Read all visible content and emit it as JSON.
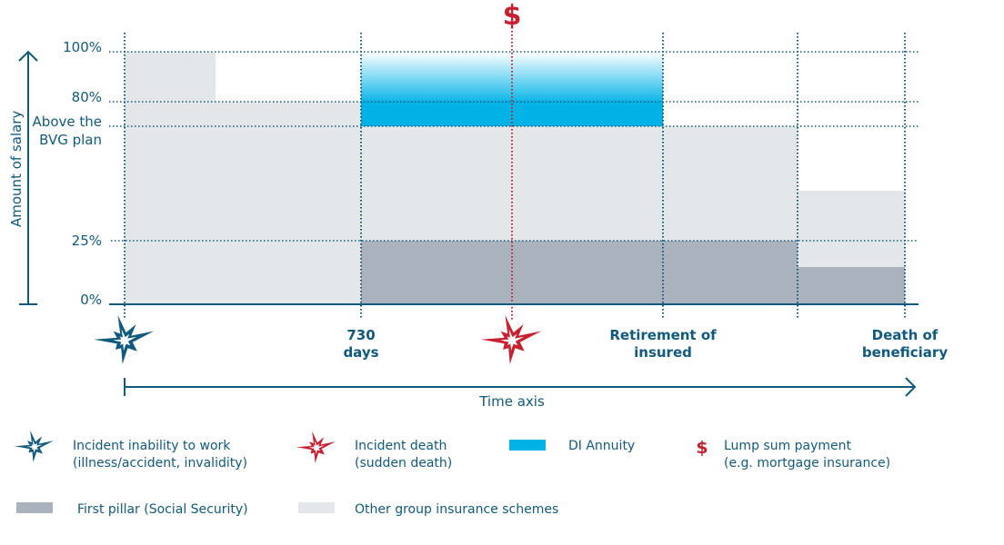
{
  "colors": {
    "navy": "#0f5a7e",
    "red": "#c8202f",
    "di_annuity": "#00b2e6",
    "first_pillar": "#aab3bd",
    "other_group": "#e4e7ea"
  },
  "y_axis": {
    "title": "Amount of salary",
    "ticks": [
      "100%",
      "80%",
      "25%",
      "0%"
    ],
    "bvg_label_line1": "Above the",
    "bvg_label_line2": "BVG plan"
  },
  "x_axis": {
    "title": "Time axis",
    "markers": [
      {
        "line1": "730",
        "line2": "days"
      },
      {
        "line1": "Retirement of",
        "line2": "insured"
      },
      {
        "line1": "Death of",
        "line2": "beneficiary"
      }
    ]
  },
  "diagram_levels_percent_of_salary": {
    "bvg_level_estimated": 70,
    "other_group_before_730_days_initial": 100,
    "other_group_before_730_days_later": 80,
    "first_pillar_after_730_days": 25,
    "di_annuity_range": [
      70,
      100
    ],
    "after_death_total_estimated": 45,
    "after_death_first_pillar_estimated": 15
  },
  "events": {
    "lump_sum_symbol": "$",
    "incident_inability_icon": "navy-starburst-icon",
    "incident_death_icon": "red-starburst-icon"
  },
  "legend": [
    {
      "icon": "navy-starburst-icon",
      "line1": "Incident inability to work",
      "line2": "(illness/accident, invalidity)"
    },
    {
      "icon": "red-starburst-icon",
      "line1": "Incident death",
      "line2": "(sudden death)"
    },
    {
      "icon": "blue-swatch",
      "line1": "DI Annuity"
    },
    {
      "icon": "dollar-icon",
      "symbol": "$",
      "line1": "Lump sum payment",
      "line2": "(e.g. mortgage insurance)"
    },
    {
      "icon": "dark-gray-swatch",
      "line1": "First pillar (Social Security)"
    },
    {
      "icon": "light-gray-swatch",
      "line1": "Other group insurance schemes"
    }
  ]
}
